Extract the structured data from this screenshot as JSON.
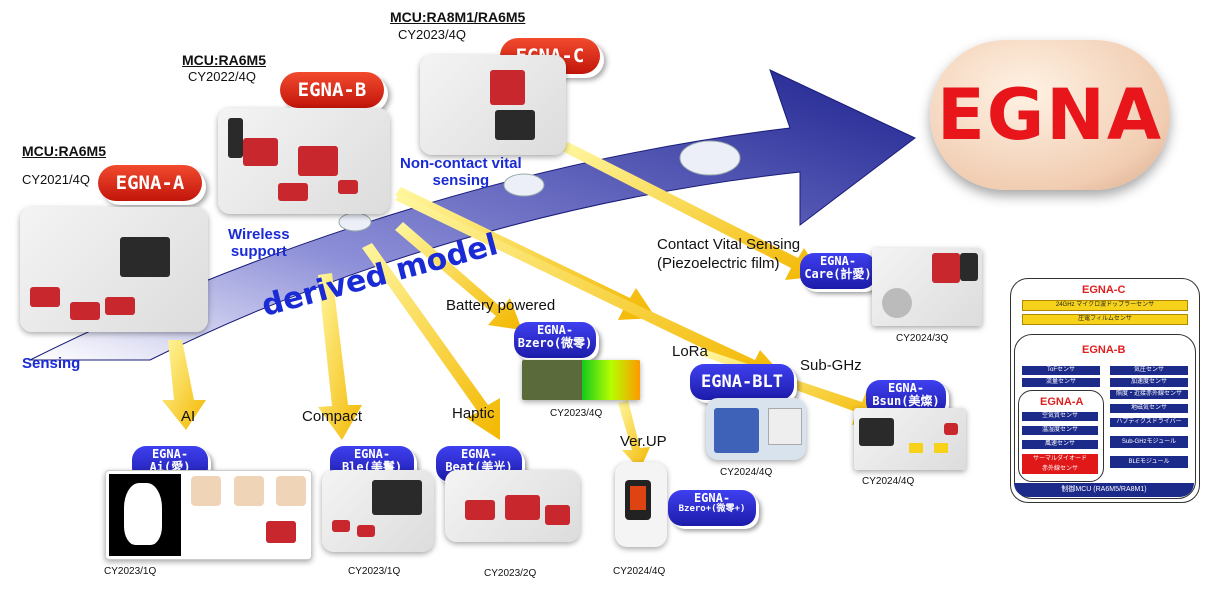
{
  "main_logo": "EGNA",
  "derived_label": "derived model",
  "generations": [
    {
      "mcu": "MCU:RA6M5",
      "date": "CY2021/4Q",
      "badge": "EGNA-A",
      "feature": "Sensing"
    },
    {
      "mcu": "MCU:RA6M5",
      "date": "CY2022/4Q",
      "badge": "EGNA-B",
      "feature": "Wireless\nsupport"
    },
    {
      "mcu": "MCU:RA8M1/RA6M5",
      "date": "CY2023/4Q",
      "badge": "EGNA-C",
      "feature": "Non-contact vital\nsensing"
    }
  ],
  "derived": [
    {
      "category": "AI",
      "badge_top": "EGNA-",
      "badge_bottom": "Ai(愛)",
      "date": "CY2023/1Q"
    },
    {
      "category": "Compact",
      "badge_top": "EGNA-",
      "badge_bottom": "Ble(美鬟)",
      "date": "CY2023/1Q"
    },
    {
      "category": "Haptic",
      "badge_top": "EGNA-",
      "badge_bottom": "Beat(美光)",
      "date": "CY2023/2Q"
    },
    {
      "category": "Battery powered",
      "badge_top": "EGNA-",
      "badge_bottom": "Bzero(微零)",
      "date": "CY2023/4Q"
    },
    {
      "category": "Ver.UP",
      "badge_top": "EGNA-",
      "badge_bottom": "Bzero+(微零+)",
      "date": "CY2024/4Q"
    },
    {
      "category": "LoRa",
      "badge_top": "EGNA-BLT",
      "badge_bottom": "",
      "date": "CY2024/4Q"
    },
    {
      "category": "Sub-GHz",
      "badge_top": "EGNA-",
      "badge_bottom": "Bsun(美燦)",
      "date": "CY2024/4Q"
    },
    {
      "category": "Contact Vital Sensing\n(Piezoelectric film)",
      "badge_top": "EGNA-",
      "badge_bottom": "Care(計愛)",
      "date": "CY2024/3Q"
    }
  ],
  "architecture": {
    "c_title": "EGNA-C",
    "c_items": [
      "24GHz マイクロ波ドップラーセンサ",
      "圧電フィルムセンサ"
    ],
    "b_title": "EGNA-B",
    "b_left": [
      "ToFセンサ",
      "流量センサ"
    ],
    "b_right": [
      "気圧センサ",
      "加速度センサ",
      "照度・近接赤外線センサ",
      "地磁気センサ",
      "ハプティクスドライバー",
      "Sub-GHzモジュール",
      "BLEモジュール"
    ],
    "a_title": "EGNA-A",
    "a_items": [
      "空気質センサ",
      "温湿度センサ",
      "風速センサ"
    ],
    "a_highlight": "サーマルダイオード\n赤外線センサ",
    "footer": "制御MCU (RA6M5/RA8M1)"
  }
}
